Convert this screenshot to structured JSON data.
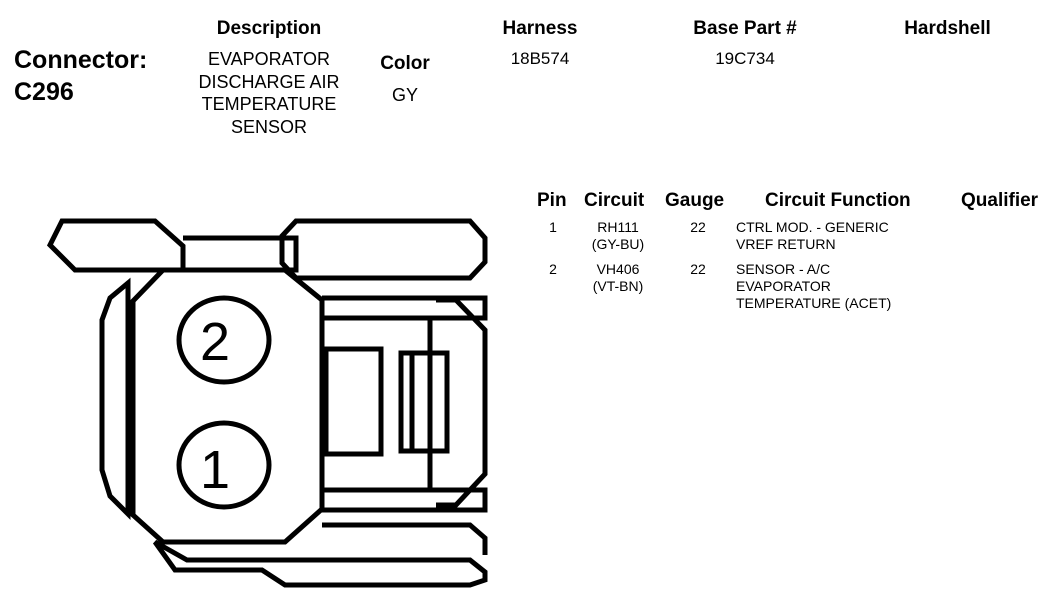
{
  "connector": {
    "label_line1": "Connector:",
    "label_line2": "C296"
  },
  "description": {
    "header": "Description",
    "lines": [
      "EVAPORATOR",
      "DISCHARGE AIR",
      "TEMPERATURE",
      "SENSOR"
    ]
  },
  "color": {
    "header": "Color",
    "value": "GY"
  },
  "harness": {
    "header": "Harness",
    "value": "18B574"
  },
  "base_part": {
    "header": "Base Part #",
    "value": "19C734"
  },
  "hardshell": {
    "header": "Hardshell"
  },
  "pin_table": {
    "headers": {
      "pin": "Pin",
      "circuit": "Circuit",
      "gauge": "Gauge",
      "function": "Circuit Function",
      "qualifier": "Qualifier"
    },
    "rows": [
      {
        "pin": "1",
        "circuit": "RH111",
        "circuit_color": "(GY-BU)",
        "gauge": "22",
        "function_lines": [
          "CTRL MOD. - GENERIC",
          "VREF RETURN"
        ]
      },
      {
        "pin": "2",
        "circuit": "VH406",
        "circuit_color": "(VT-BN)",
        "gauge": "22",
        "function_lines": [
          "SENSOR - A/C",
          "EVAPORATOR",
          "TEMPERATURE (ACET)"
        ]
      }
    ]
  },
  "face_view": {
    "pin_labels": [
      "2",
      "1"
    ]
  }
}
